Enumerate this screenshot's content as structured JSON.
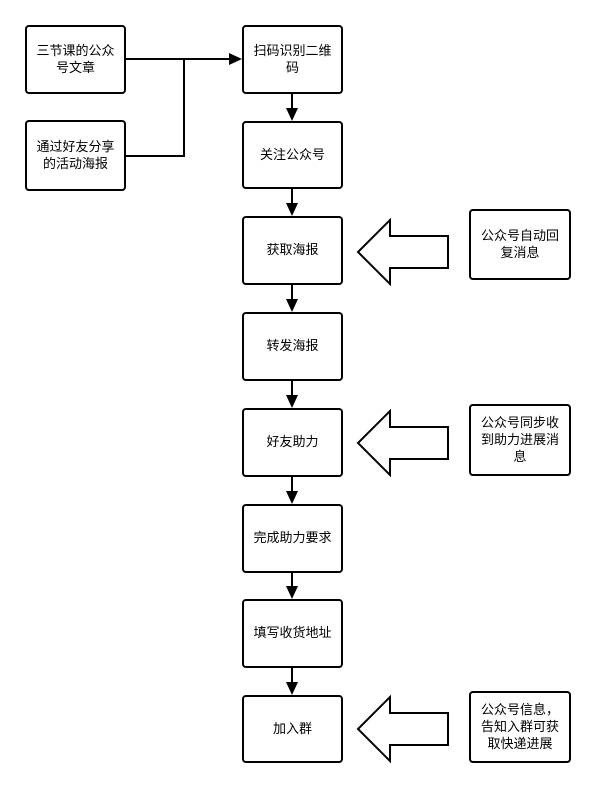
{
  "sources": [
    {
      "id": "src-article",
      "label": "三节课的公众\n号文章"
    },
    {
      "id": "src-poster",
      "label": "通过好友分享\n的活动海报"
    }
  ],
  "steps": [
    {
      "id": "scan",
      "label": "扫码识别二维\n码"
    },
    {
      "id": "follow",
      "label": "关注公众号"
    },
    {
      "id": "get-poster",
      "label": "获取海报"
    },
    {
      "id": "forward-poster",
      "label": "转发海报"
    },
    {
      "id": "friend-help",
      "label": "好友助力"
    },
    {
      "id": "complete-help",
      "label": "完成助力要求"
    },
    {
      "id": "fill-address",
      "label": "填写收货地址"
    },
    {
      "id": "join-group",
      "label": "加入群"
    }
  ],
  "notes": [
    {
      "id": "auto-reply",
      "target": "get-poster",
      "label": "公众号自动回\n复消息"
    },
    {
      "id": "sync-progress",
      "target": "friend-help",
      "label": "公众号同步收\n到助力进展消\n息"
    },
    {
      "id": "group-info",
      "target": "join-group",
      "label": "公众号信息，\n告知入群可获\n取快递进展"
    }
  ]
}
